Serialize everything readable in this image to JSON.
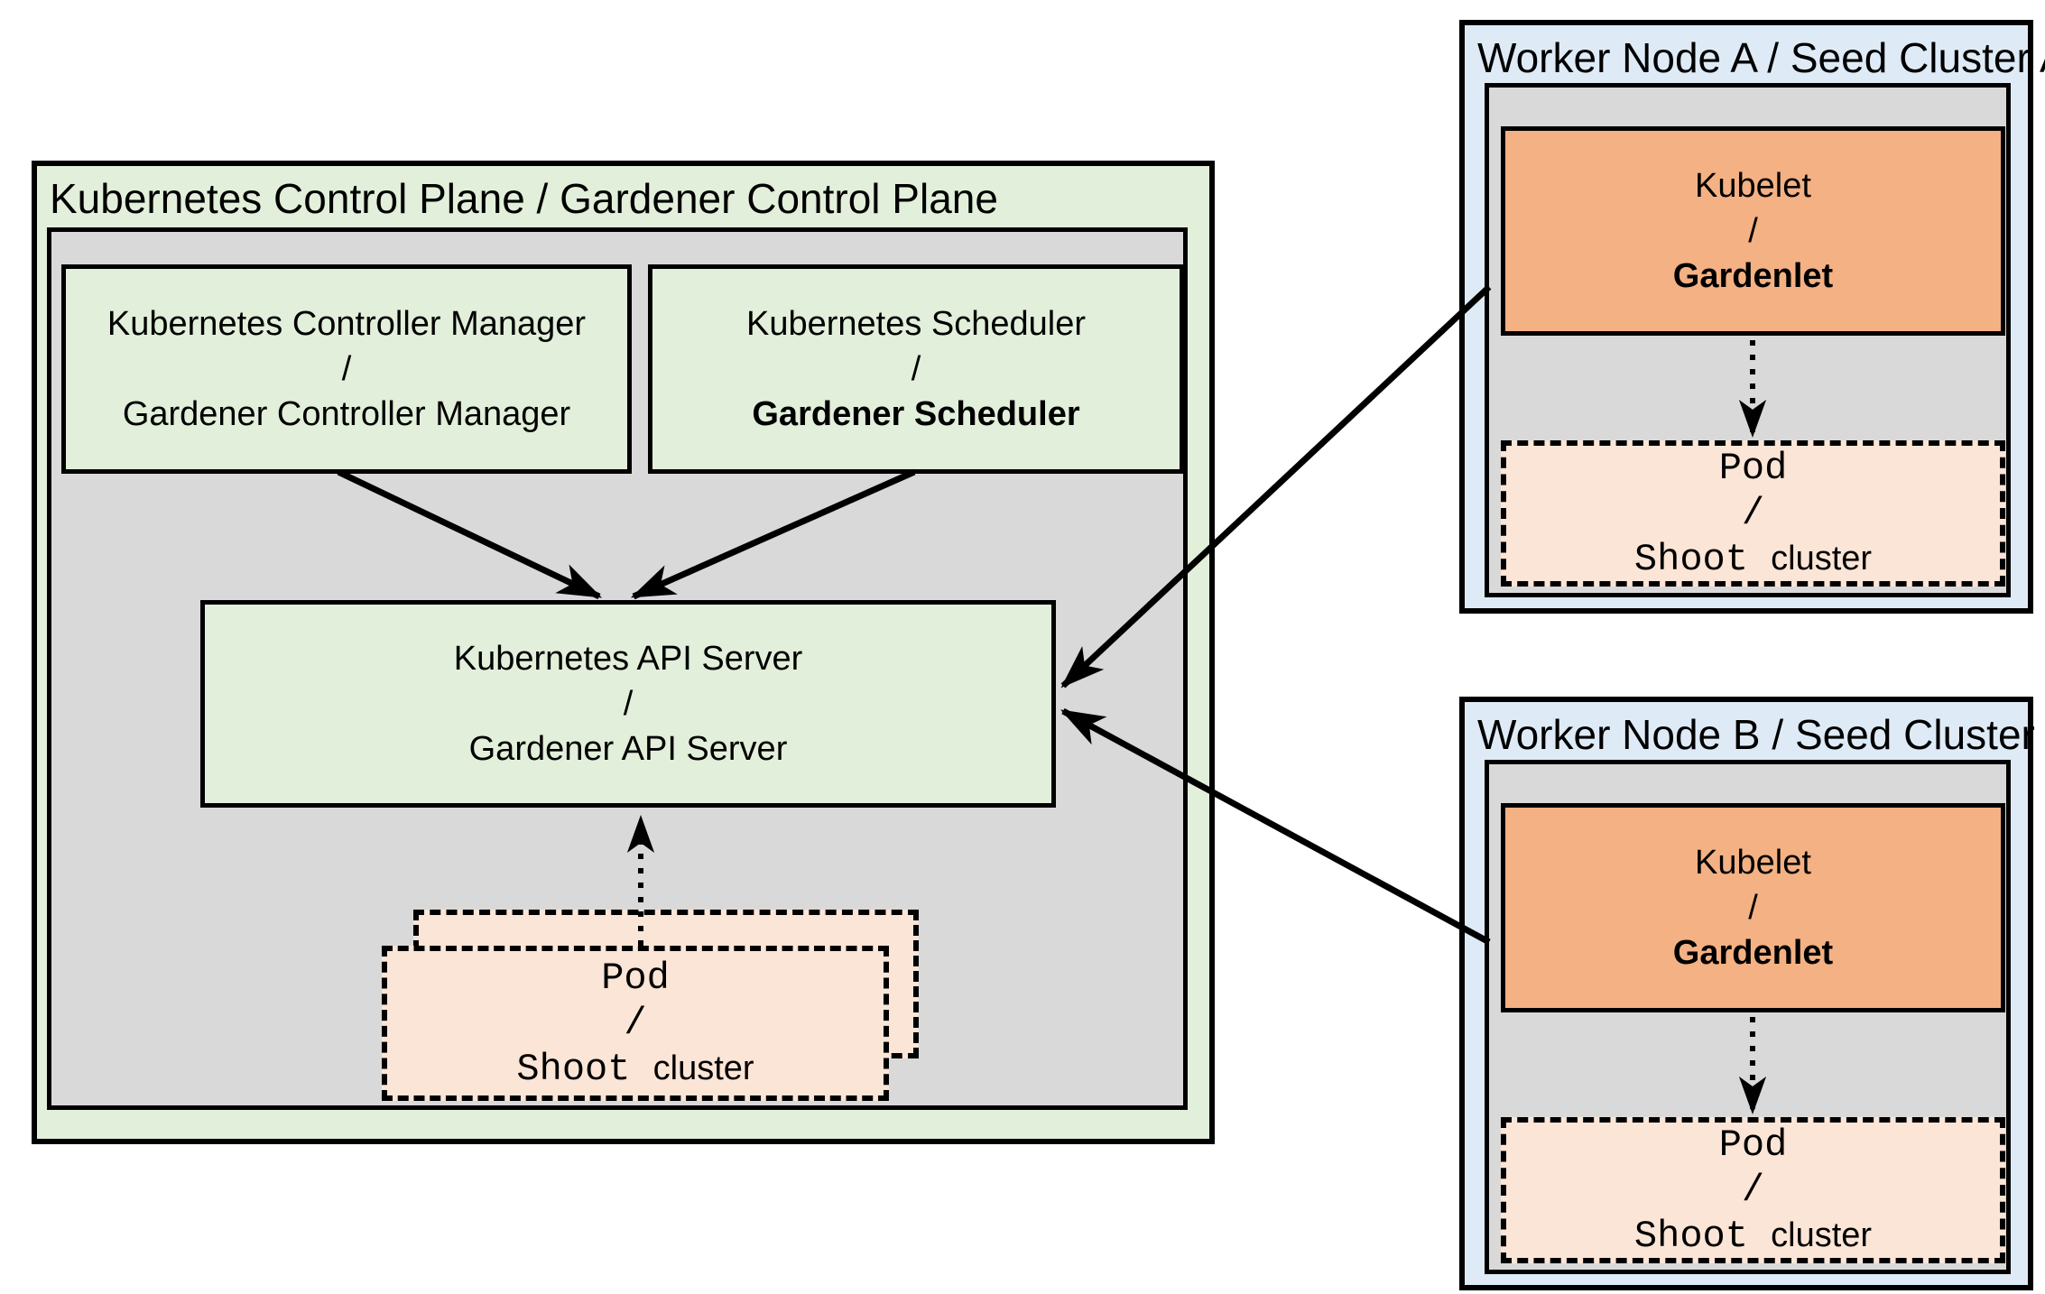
{
  "colors": {
    "light_green": "#E2EFDA",
    "gray": "#D9D9D9",
    "orange": "#F4B183",
    "peach": "#FBE5D6",
    "light_blue": "#DEEBF7",
    "border": "#000000"
  },
  "control_plane": {
    "title": "Kubernetes Control Plane / Gardener Control Plane",
    "controller_manager": {
      "line1": "Kubernetes Controller Manager",
      "sep": "/",
      "line2": "Gardener Controller Manager"
    },
    "scheduler": {
      "line1": "Kubernetes Scheduler",
      "sep": "/",
      "line2": "Gardener Scheduler"
    },
    "api_server": {
      "line1": "Kubernetes API Server",
      "sep": "/",
      "line2": "Gardener API Server"
    },
    "pod_stack": {
      "line1": "Pod",
      "sep": "/",
      "line2_mono": "Shoot",
      "line2_sans": "cluster"
    }
  },
  "worker_node_a": {
    "title": "Worker Node A / Seed Cluster A",
    "kubelet": {
      "line1": "Kubelet",
      "sep": "/",
      "line2": "Gardenlet"
    },
    "pod": {
      "line1": "Pod",
      "sep": "/",
      "line2_mono": "Shoot",
      "line2_sans": "cluster"
    }
  },
  "worker_node_b": {
    "title": "Worker Node B / Seed Cluster B",
    "kubelet": {
      "line1": "Kubelet",
      "sep": "/",
      "line2": "Gardenlet"
    },
    "pod": {
      "line1": "Pod",
      "sep": "/",
      "line2_mono": "Shoot",
      "line2_sans": "cluster"
    }
  }
}
